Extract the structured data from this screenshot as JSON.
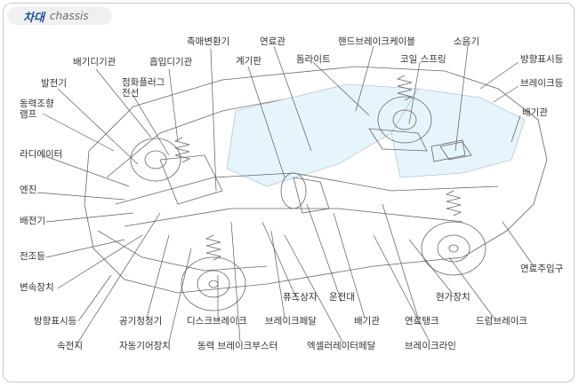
{
  "header": {
    "title_ko": "차대",
    "title_en": "chassis"
  },
  "labels": {
    "exhaust_manifold": "배기디기관",
    "intake_manifold": "흡입디기관",
    "catalytic_converter": "촉매변환기",
    "fuel_pipe": "연료관",
    "hand_brake_cable": "핸드브레이크케이블",
    "muffler": "소음기",
    "alternator": "발전기",
    "spark_plug_wire": "점화플러그\n전선",
    "instrument_panel": "계기판",
    "dome_light": "돔라이트",
    "coil_spring": "코일 스프링",
    "turn_signal_rear": "방향표시등",
    "steering_lamp": "동력조향\n램프",
    "brake_light": "브레이크등",
    "exhaust_pipe": "배기관",
    "radiator": "라디에이터",
    "engine": "엔진",
    "distributor": "배전기",
    "headlight": "전조등",
    "transmission": "변속장치",
    "turn_signal_front": "방향표시등",
    "speedometer": "속전지",
    "air_cleaner": "공기청정기",
    "disc_brake": "디스크브레이크",
    "power_brake_booster": "동력 브레이크부스터",
    "automatic_gear": "자동기어장치",
    "fuse_box": "퓨즈상자",
    "steering_wheel": "운전대",
    "brake_pedal": "브레이크페달",
    "accelerator_pedal": "엑셀러레이터페달",
    "exhaust_pipe_2": "배기관",
    "fuel_tank": "연료탱크",
    "suspension": "현가장치",
    "brake_line": "브레이크라인",
    "drum_brake": "드럼브레이크",
    "fuel_inlet": "연료주입구"
  }
}
